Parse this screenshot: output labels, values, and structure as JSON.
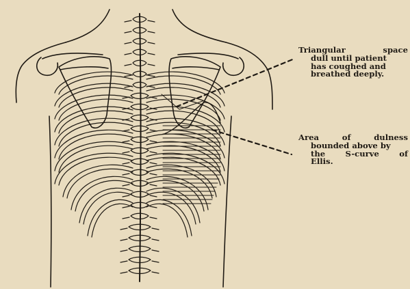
{
  "annotations": {
    "triangular_space": {
      "lines": [
        "Triangular space",
        "dull until patient",
        "has coughed and",
        "breathed deeply."
      ]
    },
    "area_of_dulness": {
      "lines": [
        "Area of dulness",
        "bounded above by",
        "the S-curve of",
        "Ellis."
      ]
    }
  },
  "colors": {
    "paper": "#e9dcbf",
    "ink": "#1f1a14"
  }
}
